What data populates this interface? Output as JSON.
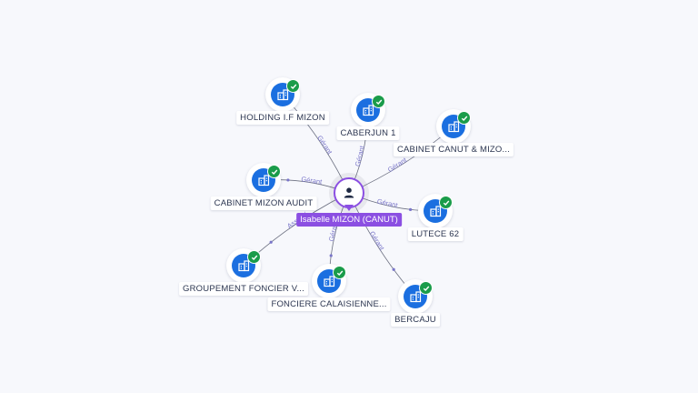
{
  "person": {
    "name": "Isabelle MIZON (CANUT)",
    "icon": "person-icon"
  },
  "companies": [
    {
      "name": "HOLDING I.F MIZON",
      "role": "Gérant",
      "icon": "building-icon",
      "verified": true
    },
    {
      "name": "CABERJUN 1",
      "role": "Gérant",
      "icon": "building-icon",
      "verified": true
    },
    {
      "name": "CABINET CANUT & MIZO...",
      "role": "Gérant",
      "icon": "building-icon",
      "verified": true
    },
    {
      "name": "CABINET MIZON AUDIT",
      "role": "Gérant",
      "icon": "building-icon",
      "verified": true
    },
    {
      "name": "LUTECE 62",
      "role": "Gérant",
      "icon": "building-icon",
      "verified": true
    },
    {
      "name": "GROUPEMENT FONCIER V...",
      "role": "Associé",
      "icon": "building-icon",
      "verified": true
    },
    {
      "name": "FONCIERE CALAISIENNE...",
      "role": "Gérant",
      "icon": "building-icon",
      "verified": true
    },
    {
      "name": "BERCAJU",
      "role": "Gérant",
      "icon": "building-icon",
      "verified": true
    }
  ],
  "colors": {
    "accent": "#8b4fe2",
    "company": "#1b6fe0",
    "verified": "#1a9c4a",
    "edge_label": "#7a76c9",
    "edge": "#6b6f80"
  }
}
